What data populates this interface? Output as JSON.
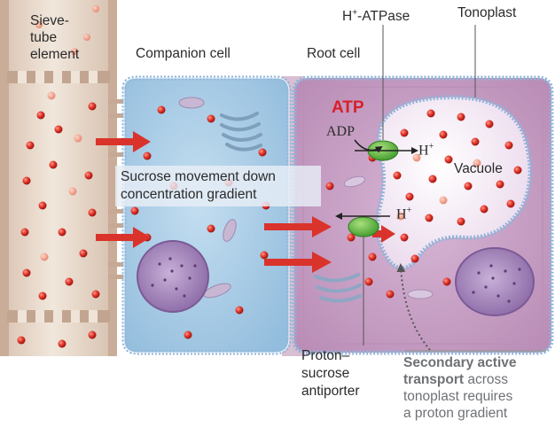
{
  "labels": {
    "sieve_tube": [
      "Sieve-",
      "tube",
      "element"
    ],
    "companion_cell": "Companion cell",
    "root_cell": "Root cell",
    "h_atpase_h": "H",
    "h_atpase_rest": "-ATPase",
    "tonoplast": "Tonoplast",
    "atp": "ATP",
    "adp": "ADP",
    "h_plus_base": "H",
    "plus": "+",
    "vacuole": "Vacuole",
    "gradient": [
      "Sucrose movement down",
      "concentration gradient"
    ],
    "antiporter": [
      "Proton–",
      "sucrose",
      "antiporter"
    ]
  },
  "callout": {
    "bold1": "Secondary active",
    "bold2": "transport",
    "rest1": " across",
    "rest2": "tonoplast requires",
    "rest3": "a proton gradient"
  },
  "colors": {
    "sieve_wall": "#d8c4b4",
    "sieve_inner": "#ece1d6",
    "companion_fill": "#a9cde6",
    "membrane": "#8fb5da",
    "root_fill": "#c9a3c6",
    "vacuole_fill": "#f6edf6",
    "arrow_red": "#d9332b",
    "sucrose": "#e0342a",
    "pump_green": "#6cc04a"
  }
}
